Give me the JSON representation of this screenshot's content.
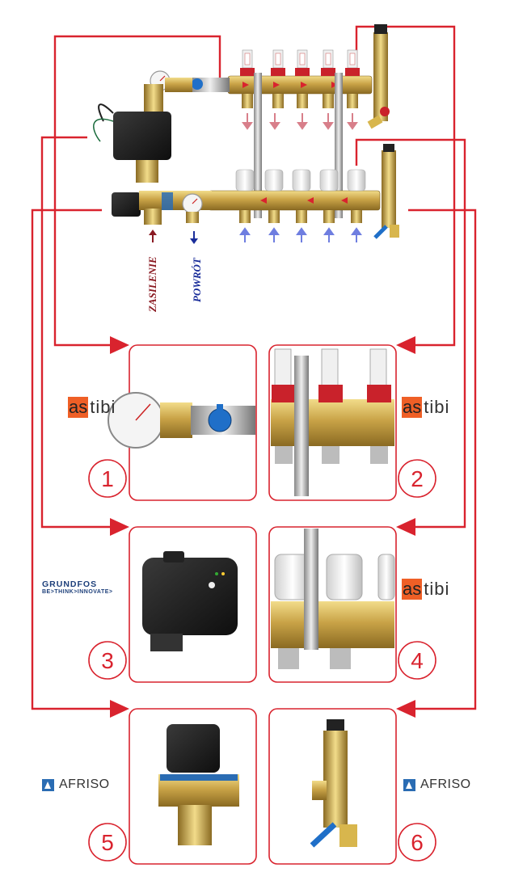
{
  "labels": {
    "supply": "ZASILENIE",
    "return": "POWRÓT"
  },
  "brands": {
    "astibi_prefix": "as",
    "astibi_suffix": "tibi",
    "grundfos_name": "GRUNDFOS",
    "grundfos_tagline": "BE>THINK>INNOVATE>",
    "afriso": "AFRISO"
  },
  "product_numbers": [
    "1",
    "2",
    "3",
    "4",
    "5",
    "6"
  ],
  "colors": {
    "connector_red": "#d9232e",
    "brass": "#c9a347",
    "supply_arrow": "#8a1a22",
    "return_arrow": "#1a2d9a",
    "astibi_orange": "#ef5f26",
    "afriso_blue": "#2a6cb3"
  }
}
